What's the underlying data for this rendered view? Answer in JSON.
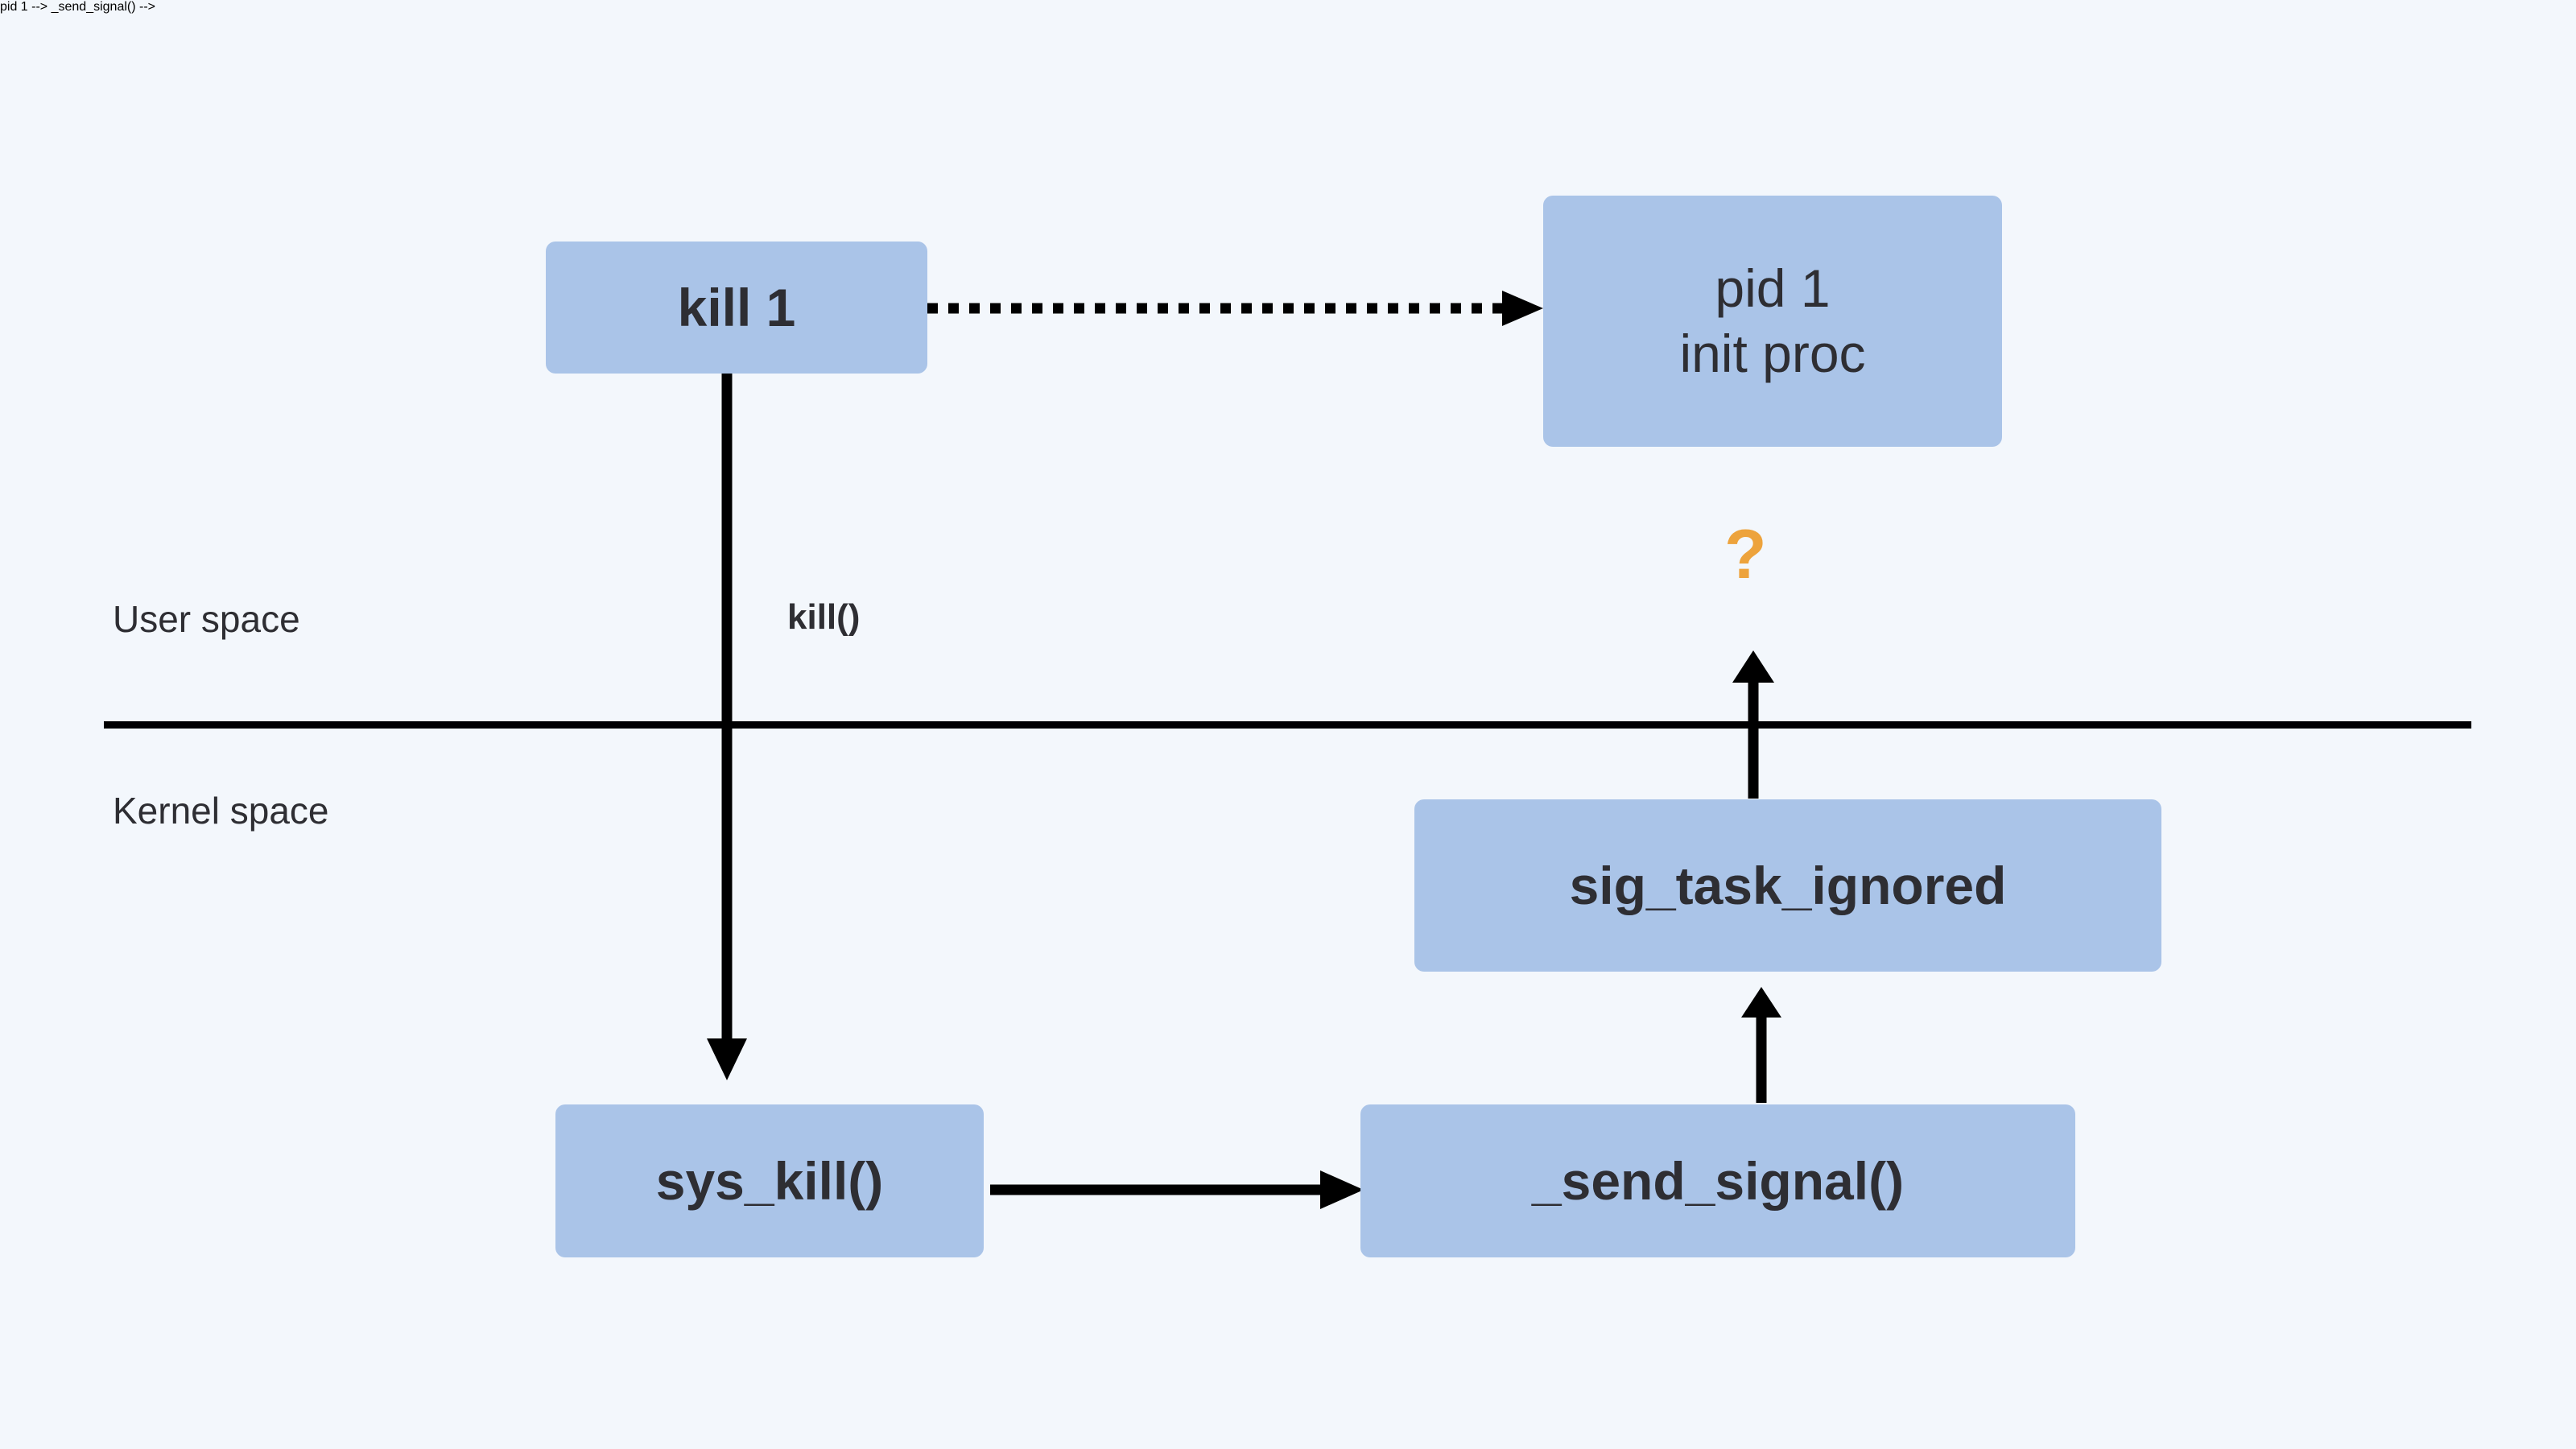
{
  "diagram": {
    "title": "kill 1 signal flow through user space and kernel space",
    "background_color": "#f3f7fc",
    "node_fill_color": "#aac4e8",
    "accent_color": "#eda33c",
    "line_color": "#000000",
    "nodes": [
      {
        "id": "kill1",
        "label": "kill 1"
      },
      {
        "id": "pid1",
        "label_line1": "pid 1",
        "label_line2": "init proc"
      },
      {
        "id": "sigtask",
        "label": "sig_task_ignored"
      },
      {
        "id": "syskill",
        "label": "sys_kill()"
      },
      {
        "id": "sendsignal",
        "label": "_send_signal()"
      }
    ],
    "labels": {
      "user_space": "User space",
      "kernel_space": "Kernel space",
      "kill_call": "kill()",
      "question_mark": "?"
    },
    "edges": [
      {
        "id": "kill1-to-pid1",
        "from": "kill 1",
        "to": "pid 1 init proc",
        "style": "dotted",
        "direction": "right"
      },
      {
        "id": "kill1-to-syskill",
        "from": "kill 1",
        "to": "sys_kill()",
        "style": "solid",
        "direction": "down",
        "label": "kill()"
      },
      {
        "id": "syskill-to-sendsignal",
        "from": "sys_kill()",
        "to": "_send_signal()",
        "style": "solid",
        "direction": "right"
      },
      {
        "id": "sendsignal-to-sigtask",
        "from": "_send_signal()",
        "to": "sig_task_ignored",
        "style": "solid",
        "direction": "up"
      },
      {
        "id": "sigtask-to-question",
        "from": "sig_task_ignored",
        "to": "?",
        "style": "solid",
        "direction": "up"
      }
    ]
  }
}
